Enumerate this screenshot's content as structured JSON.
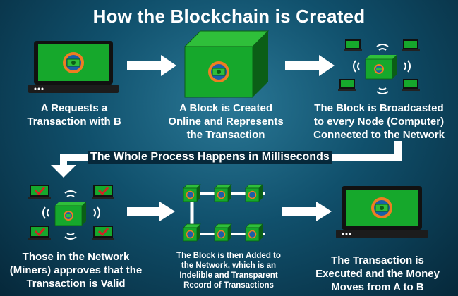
{
  "title": "How the Blockchain is Created",
  "steps": [
    {
      "caption_lines": [
        "A Requests a",
        "Transaction with B"
      ]
    },
    {
      "caption_lines": [
        "A Block is Created",
        "Online and Represents",
        "the Transaction"
      ]
    },
    {
      "caption_lines": [
        "The Block is Broadcasted",
        "to every Node (Computer)",
        "Connected to the Network"
      ]
    },
    {
      "caption_lines": [
        "Those in the Network",
        "(Miners) approves that the",
        "Transaction is Valid"
      ]
    },
    {
      "caption_lines": [
        "The Block is then Added to",
        "the Network, which is an",
        "Indelible and Transparent",
        "Record of Transactions"
      ]
    },
    {
      "caption_lines": [
        "The Transaction is",
        "Executed and the Money",
        "Moves from A to B"
      ]
    }
  ],
  "banner": "The Whole Process Happens in Milliseconds",
  "colors": {
    "green": "#16a82c",
    "dark_green": "#0b5e16",
    "orange": "#ef7d22",
    "blue": "#1a5fa8",
    "check": "#d42424"
  },
  "icons": [
    "laptop-icon",
    "block-cube-icon",
    "network-broadcast-icon",
    "arrow-right-icon",
    "checked-network-icon",
    "chain-of-blocks-icon",
    "completed-laptop-icon"
  ]
}
